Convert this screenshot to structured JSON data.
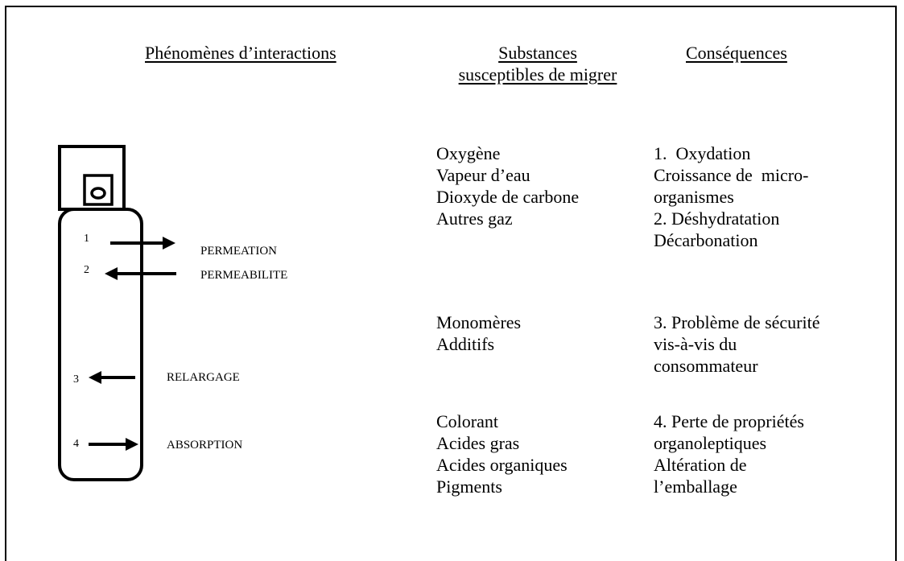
{
  "headers": {
    "interactions": "Phénomènes d’interactions",
    "substances": [
      "Substances",
      "susceptibles de migrer"
    ],
    "consequences": "Conséquences"
  },
  "arrows": [
    {
      "number": "1",
      "label": "PERMEATION",
      "direction": "out"
    },
    {
      "number": "2",
      "label": "PERMEABILITE",
      "direction": "in"
    },
    {
      "number": "3",
      "label": "RELARGAGE",
      "direction": "in"
    },
    {
      "number": "4",
      "label": "ABSORPTION",
      "direction": "out"
    }
  ],
  "groups": [
    {
      "substances": [
        "Oxygène",
        "Vapeur d’eau",
        "Dioxyde de carbone",
        "Autres gaz"
      ],
      "consequences": [
        "1.  Oxydation",
        "Croissance de  micro-",
        "organismes",
        "2. Déshydratation",
        "Décarbonation"
      ]
    },
    {
      "substances": [
        "Monomères",
        "Additifs"
      ],
      "consequences": [
        "3. Problème de sécurité",
        "vis-à-vis du",
        "consommateur"
      ]
    },
    {
      "substances": [
        "Colorant",
        "Acides gras",
        "Acides organiques",
        "Pigments"
      ],
      "consequences": [
        "4. Perte de propriétés",
        "organoleptiques",
        "Altération de",
        "l’emballage"
      ]
    }
  ]
}
